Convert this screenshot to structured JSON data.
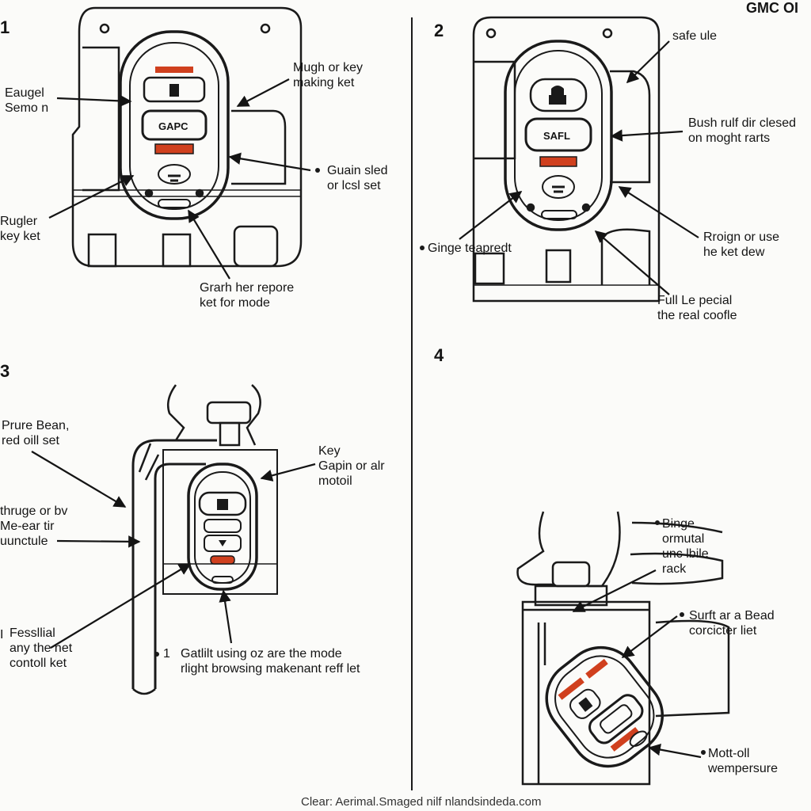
{
  "brand": "GMC OI",
  "panels": [
    {
      "number": "1",
      "labels": [
        "Eaugel\nSemo n",
        "Mugh or key\nmaking ket",
        "Guain sled\nor lcsl set",
        "Rugler\nkey ket",
        "Grarh her repore\nket for mode"
      ]
    },
    {
      "number": "2",
      "labels": [
        "safe ule",
        "Bush rulf dir clesed\non moght rarts",
        "Ginge teapredt",
        "Rroign or use\nhe ket dew",
        "Full Le pecial\nthe real coofle"
      ]
    },
    {
      "number": "3",
      "labels": [
        "Prure Bean,\nred oill set",
        "Key\nGapin or alr\nmotoil",
        "thruge or bv\nMe-ear tir\nuunctule",
        "Fessllial\nany the net\ncontoll ket",
        "Gatlilt using oz are the mode\nrlight browsing makenant reff let"
      ]
    },
    {
      "number": "4",
      "labels": [
        "Binge\normutal\nunc lbile\nrack",
        "Surft ar a Bead\ncorcicter liet",
        "Mott-oll\nwempersure"
      ]
    }
  ],
  "fob_text": {
    "fob1": "GAPC",
    "fob2": "SAFL"
  },
  "marker_prefixes": {
    "fessllial": "I",
    "gatlilt": "1"
  },
  "footer": "Clear: Aerimal.Smaged nilf nlandsindeda.com",
  "colors": {
    "line": "#1a1a1a",
    "accent": "#d0401e",
    "background": "#fbfbf9"
  }
}
